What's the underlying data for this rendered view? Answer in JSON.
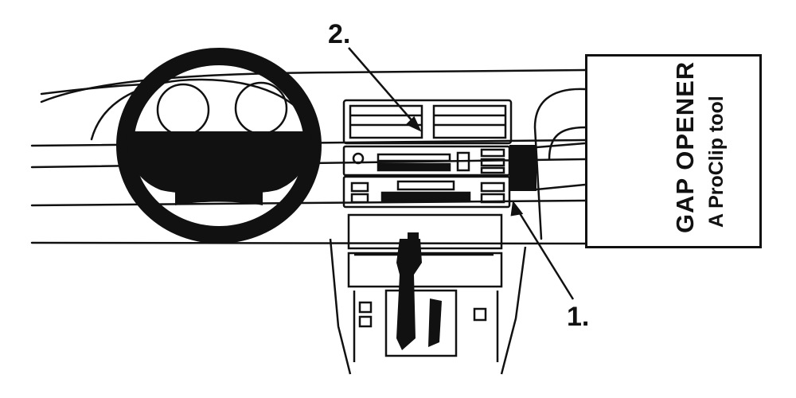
{
  "callouts": {
    "label_1": "1.",
    "label_2": "2."
  },
  "gap_box": {
    "title": "GAP OPENER",
    "subtitle": "A ProClip tool"
  },
  "colors": {
    "ink": "#111111",
    "background": "#ffffff"
  }
}
